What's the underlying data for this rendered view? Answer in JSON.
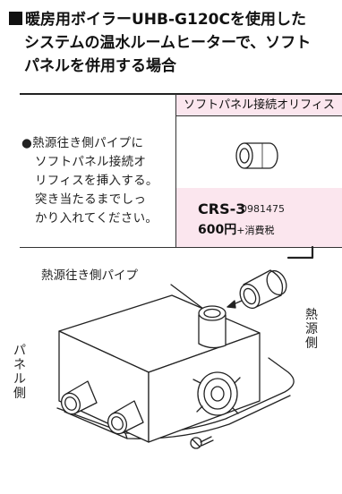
{
  "heading": {
    "line1": "暖房用ボイラーUHB-G120Cを使用した",
    "line2": "システムの温水ルームヒーターで、ソフト",
    "line3": "パネルを併用する場合"
  },
  "instruction": {
    "line1": "●熱源往き側パイプに",
    "line2": "ソフトパネル接続オ",
    "line3": "リフィスを挿入する。",
    "line4": "突き当たるまでしっ",
    "line5": "かり入れてください。"
  },
  "product": {
    "header": "ソフトパネル接続オリフィス",
    "model": "CRS-3",
    "code": "0981475",
    "price": "600円",
    "tax_note": "+消費税"
  },
  "diagram": {
    "pipe_label": "熱源往き側パイプ",
    "heat_source_side": [
      "熱",
      "源",
      "側"
    ],
    "panel_side": [
      "パ",
      "ネ",
      "ル",
      "側"
    ]
  },
  "colors": {
    "accent_pink": "#fbe6ee"
  }
}
